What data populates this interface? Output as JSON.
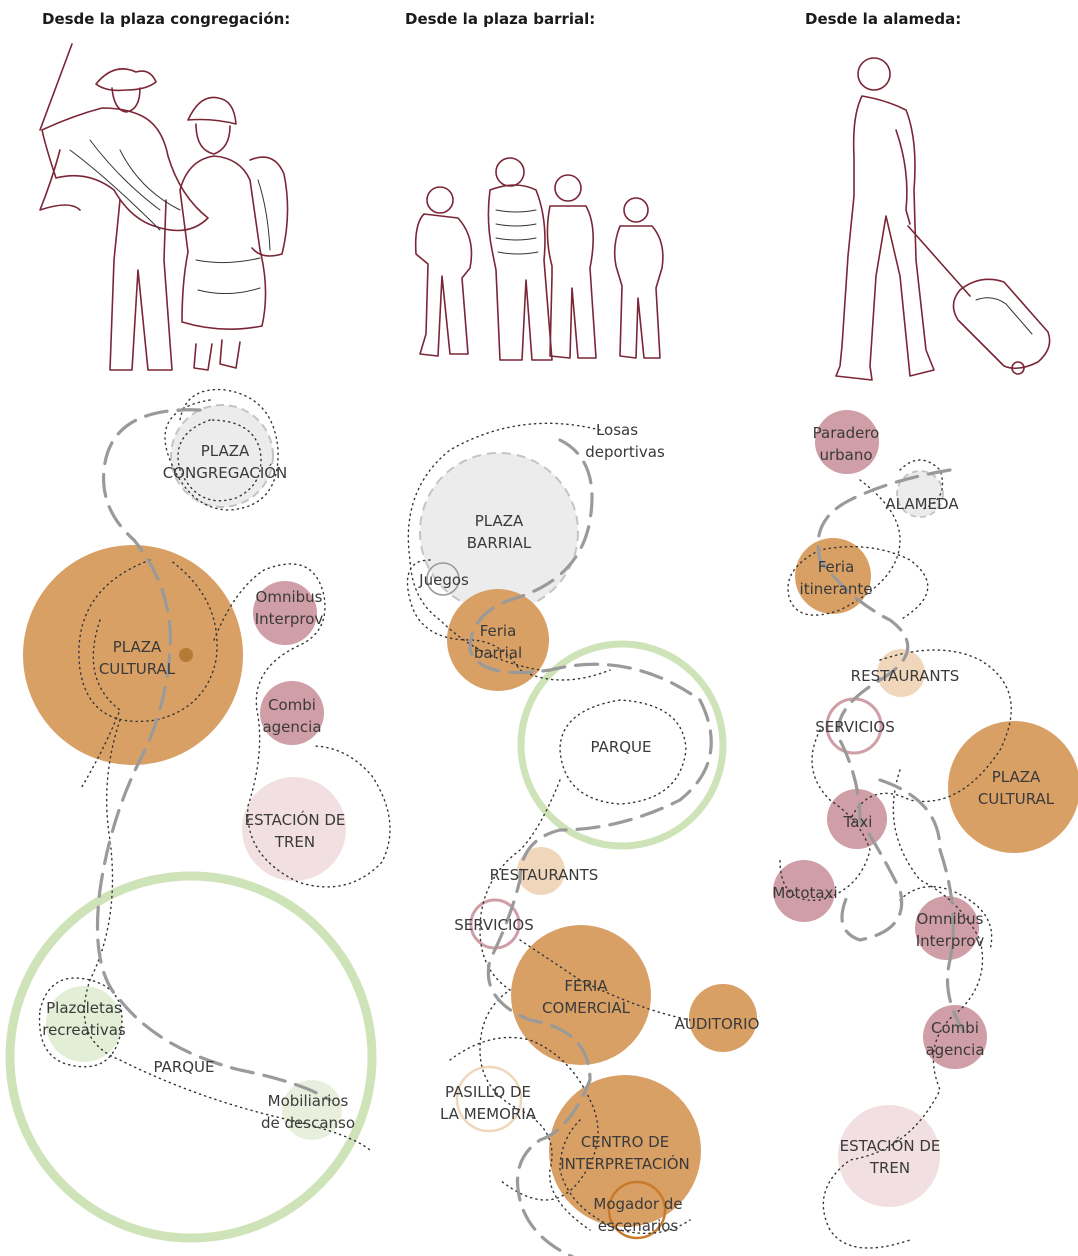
{
  "colors": {
    "cultural": "#d9a066",
    "transport": "#cf9ea6",
    "station": "#f1dfe1",
    "plaza": "#ececec",
    "park": "#cfe3b9",
    "light": "#f0d7bb",
    "figure_outline": "#7a2636",
    "path_dash": "#9a9a9a"
  },
  "columns": [
    {
      "title": "Desde la plaza congregación:",
      "figure": "couple-with-poncho-illustration",
      "labels": {
        "plaza_congregacion": [
          "PLAZA",
          "CONGREGACIÓN"
        ],
        "plaza_cultural": [
          "PLAZA",
          "CULTURAL"
        ],
        "omnibus": [
          "Omnibus",
          "Interprov"
        ],
        "combi": [
          "Combi",
          "agencia"
        ],
        "estacion": [
          "ESTACIÓN DE",
          "TREN"
        ],
        "plazoletas": [
          "Plazoletas",
          "recreativas"
        ],
        "parque": [
          "PARQUE"
        ],
        "mobiliarios": [
          "Mobiliarios",
          "de descanso"
        ]
      }
    },
    {
      "title": "Desde la plaza barrial:",
      "figure": "children-group-illustration",
      "labels": {
        "losas": [
          "Losas",
          "deportivas"
        ],
        "plaza_barrial": [
          "PLAZA",
          "BARRIAL"
        ],
        "juegos": [
          "Juegos"
        ],
        "feria_barrial": [
          "Feria",
          "barrial"
        ],
        "parque": [
          "PARQUE"
        ],
        "restaurants": [
          "RESTAURANTS"
        ],
        "servicios": [
          "SERVICIOS"
        ],
        "feria_comercial": [
          "FERIA",
          "COMERCIAL"
        ],
        "auditorio": [
          "AUDITORIO"
        ],
        "pasillo": [
          "PASILLO DE",
          "LA MEMORIA"
        ],
        "centro": [
          "CENTRO DE",
          "INTERPRETACIÓN"
        ],
        "mogador": [
          "Mogador de",
          "escenarios"
        ]
      }
    },
    {
      "title": "Desde la alameda:",
      "figure": "traveler-with-suitcase-illustration",
      "labels": {
        "paradero": [
          "Paradero",
          "urbano"
        ],
        "alameda": [
          "ALAMEDA"
        ],
        "feria_itinerante": [
          "Feria",
          "itinerante"
        ],
        "restaurants": [
          "RESTAURANTS"
        ],
        "servicios": [
          "SERVICIOS"
        ],
        "plaza_cultural": [
          "PLAZA",
          "CULTURAL"
        ],
        "taxi": [
          "Taxi"
        ],
        "mototaxi": [
          "Mototaxi"
        ],
        "omnibus": [
          "Omnibus",
          "Interprov"
        ],
        "combi": [
          "Combi",
          "agencia"
        ],
        "estacion": [
          "ESTACIÓN DE",
          "TREN"
        ]
      }
    }
  ]
}
